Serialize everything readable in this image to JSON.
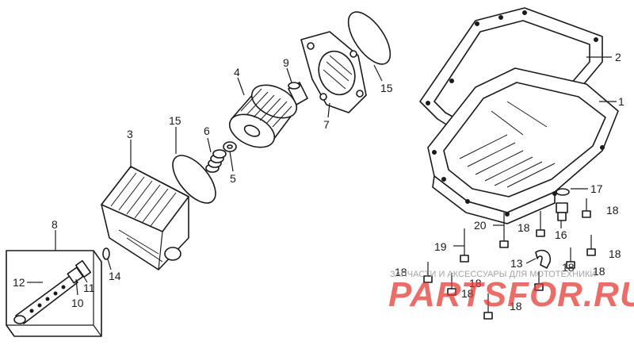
{
  "callouts": {
    "c1": "1",
    "c2": "2",
    "c3": "3",
    "c4": "4",
    "c5": "5",
    "c6": "6",
    "c7": "7",
    "c8": "8",
    "c9": "9",
    "c10": "10",
    "c11": "11",
    "c12": "12",
    "c13": "13",
    "c14": "14",
    "c15a": "15",
    "c15b": "15",
    "c16": "16",
    "c17": "17",
    "c18a": "18",
    "c18b": "18",
    "c18c": "18",
    "c18d": "18",
    "c18e": "18",
    "c18f": "18",
    "c18g": "18",
    "c18h": "18",
    "c18i": "18",
    "c19": "19",
    "c20": "20"
  },
  "watermark": {
    "subtitle": "ЗАПЧАСТИ И АКСЕССУАРЫ ДЛЯ МОТОТЕХНИКИ",
    "brand": "PARTSFOR.RU"
  },
  "colors": {
    "ink": "#1a1a1a",
    "watermark": "#e2362f"
  }
}
